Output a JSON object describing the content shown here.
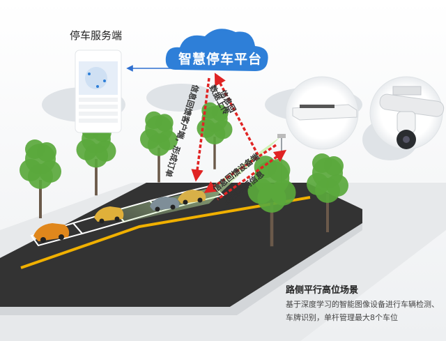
{
  "service_title": "停车服务端",
  "platform_label": "智慧停车平台",
  "flows": {
    "order": "信息回馈客户端，形成订单",
    "upload": "数据上传",
    "device_feedback": "信息回馈设备端",
    "collect": "采集车辆信息",
    "feedback_short": "信息回"
  },
  "scene": {
    "title": "路侧平行高位场景",
    "desc_line1": "基于深度学习的智能图像设备进行车辆检测、",
    "desc_line2": "车牌识别，单杆管理最大8个车位"
  },
  "colors": {
    "cloud": "#2e7fd8",
    "arrow_red": "#e02424",
    "road": "#333333",
    "lane_line": "#f0b000",
    "tree": "#5aa83c",
    "beam": "#c8f2a8"
  },
  "icons": [
    "cloud-icon",
    "camera-device-icon",
    "ptz-camera-icon",
    "phone-app-icon",
    "tree-icon",
    "car-icon"
  ]
}
